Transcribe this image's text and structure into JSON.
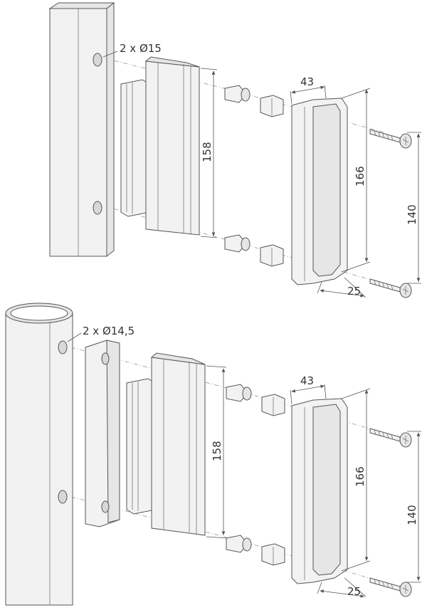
{
  "assemblies": [
    {
      "post_type": "square",
      "hole_label": "2 x Ø15",
      "dims": {
        "plate_height": "158",
        "handle_width": "43",
        "handle_height": "166",
        "screw_spacing": "140",
        "handle_depth": "25"
      }
    },
    {
      "post_type": "round",
      "hole_label": "2 x Ø14,5",
      "dims": {
        "plate_height": "158",
        "handle_width": "43",
        "handle_height": "166",
        "screw_spacing": "140",
        "handle_depth": "25"
      }
    }
  ]
}
